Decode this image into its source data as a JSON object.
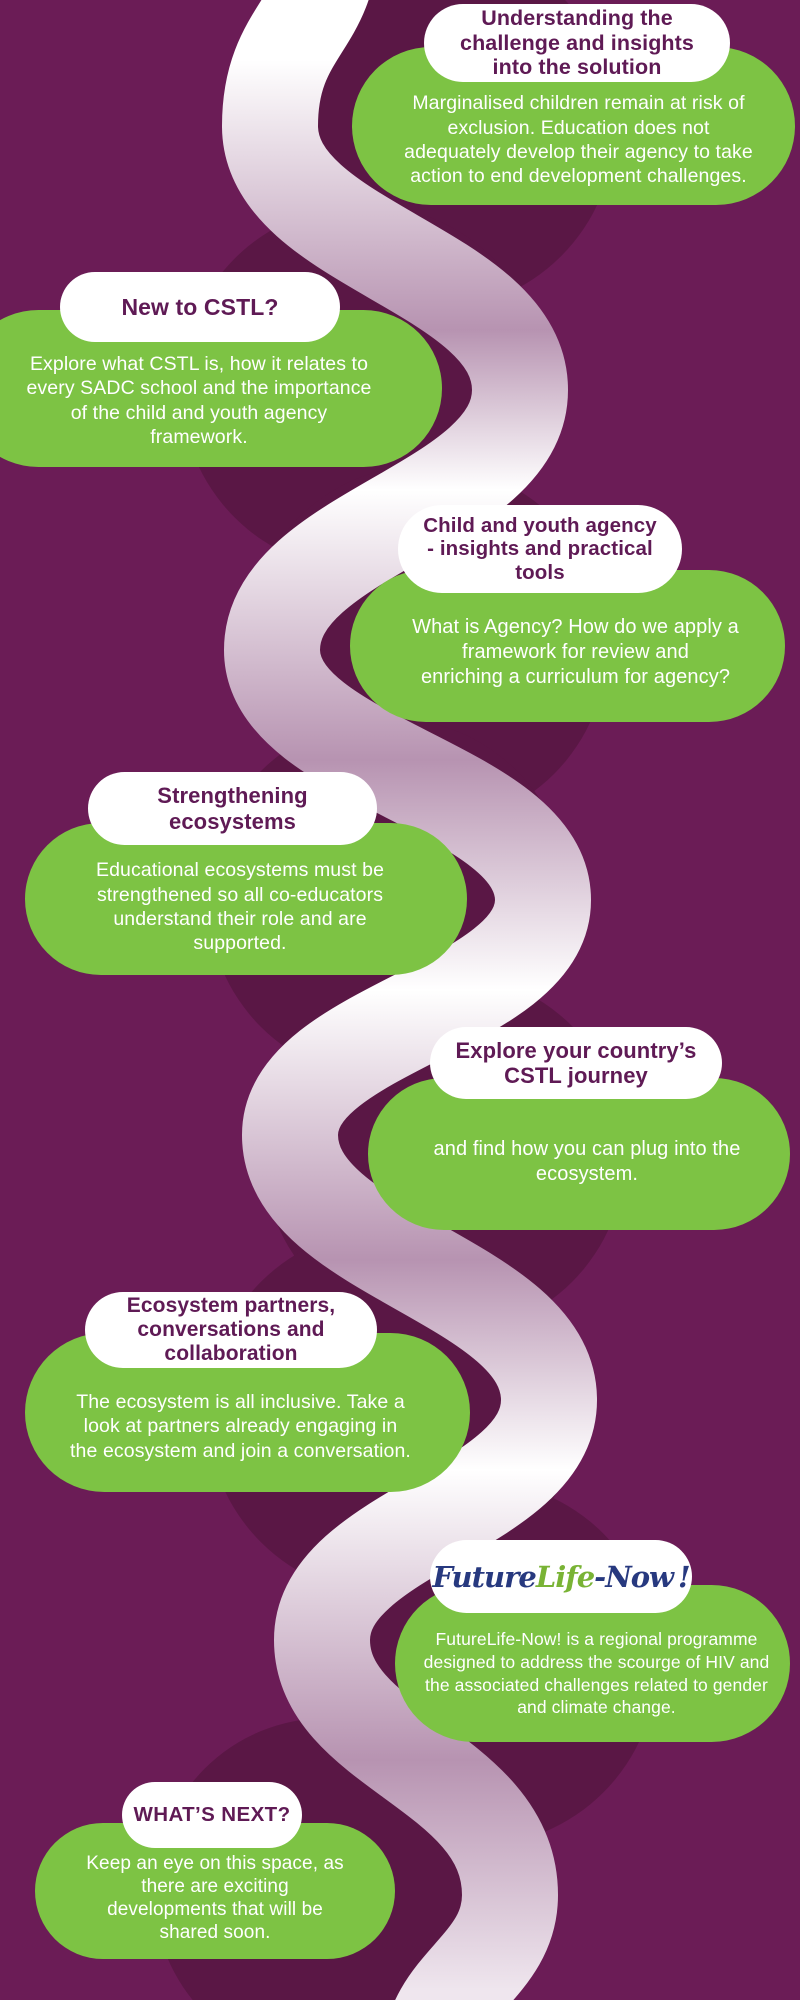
{
  "palette": {
    "background": "#6b1c56",
    "ribbon_dark": "#5a1745",
    "ribbon_light": "#ffffff",
    "ribbon_mauve": "#b793b1",
    "bubble_green": "#7dc344",
    "pill_text": "#5f1a55",
    "body_text": "#ffffff",
    "logo_navy": "#27397f",
    "logo_green": "#79b335"
  },
  "sections": [
    {
      "id": "understanding-challenge",
      "title_lines": [
        "Understanding the",
        "challenge and insights",
        "into the solution"
      ],
      "body_lines": [
        "Marginalised children remain at risk of",
        "exclusion. Education does not",
        "adequately develop their agency to take",
        "action to end development challenges."
      ]
    },
    {
      "id": "new-to-cstl",
      "title_lines": [
        "New to CSTL?"
      ],
      "body_lines": [
        "Explore what CSTL is, how it relates to",
        "every SADC school and the importance",
        "of the child and youth agency",
        "framework."
      ]
    },
    {
      "id": "child-youth-agency",
      "title_lines": [
        "Child and youth agency",
        "- insights and practical",
        "tools"
      ],
      "body_lines": [
        "What is Agency? How do we apply a",
        "framework for review and",
        "enriching a curriculum for agency?"
      ]
    },
    {
      "id": "strengthening-ecosystems",
      "title_lines": [
        "Strengthening",
        "ecosystems"
      ],
      "body_lines": [
        "Educational ecosystems must be",
        "strengthened so all co-educators",
        "understand their role and are",
        "supported."
      ]
    },
    {
      "id": "explore-country-journey",
      "title_lines": [
        "Explore your country’s",
        "CSTL journey"
      ],
      "body_lines": [
        "and find how you can plug into the",
        "ecosystem."
      ]
    },
    {
      "id": "ecosystem-partners",
      "title_lines": [
        "Ecosystem partners,",
        "conversations and",
        "collaboration"
      ],
      "body_lines": [
        "The ecosystem is all inclusive. Take a",
        "look at partners already engaging in",
        "the ecosystem and join a conversation."
      ]
    },
    {
      "id": "futurelife-now",
      "logo": {
        "future": "Future",
        "life": "Life",
        "now": "-Now !"
      },
      "body_lines": [
        "FutureLife-Now! is a regional programme",
        "designed to address the scourge of HIV and",
        "the associated challenges related to gender",
        "and climate change."
      ]
    },
    {
      "id": "whats-next",
      "title_lines": [
        "WHAT’S NEXT?"
      ],
      "body_lines": [
        "Keep an eye on this space, as",
        "there are exciting",
        "developments that will be",
        "shared soon."
      ]
    }
  ]
}
